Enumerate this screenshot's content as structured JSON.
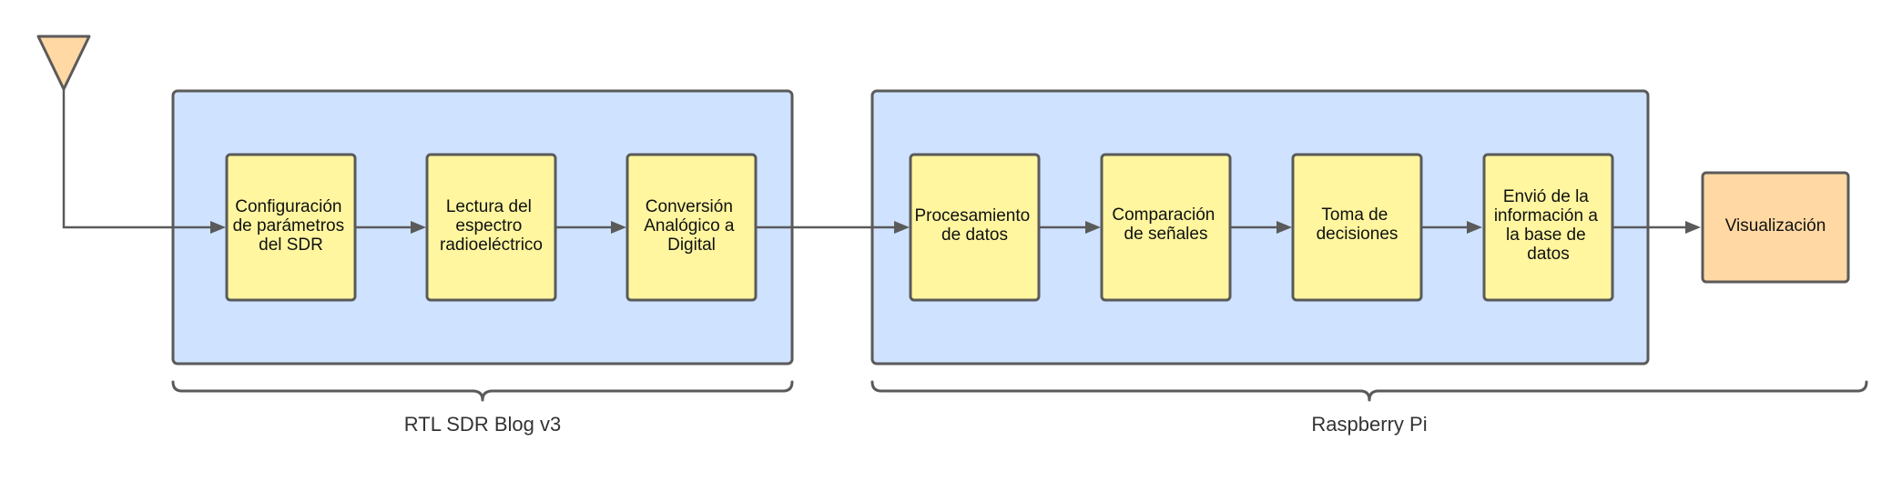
{
  "diagram": {
    "antenna": {
      "icon": "antenna-icon"
    },
    "groups": [
      {
        "label": "RTL SDR Blog v3",
        "steps": [
          {
            "lines": [
              "Configuración",
              "de parámetros",
              "del SDR"
            ]
          },
          {
            "lines": [
              "Lectura del",
              "espectro",
              "radioeléctrico"
            ]
          },
          {
            "lines": [
              "Conversión",
              "Analógico a",
              "Digital"
            ]
          }
        ]
      },
      {
        "label": "Raspberry Pi",
        "steps": [
          {
            "lines": [
              "Procesamiento",
              "de datos"
            ]
          },
          {
            "lines": [
              "Comparación",
              "de señales"
            ]
          },
          {
            "lines": [
              "Toma de",
              "decisiones"
            ]
          },
          {
            "lines": [
              "Envió de la",
              "información a",
              "la base de",
              "datos"
            ]
          }
        ]
      }
    ],
    "output": {
      "lines": [
        "Visualización"
      ]
    }
  },
  "colors": {
    "container_fill": "#cfe2ff",
    "step_fill": "#fff69f",
    "output_fill": "#ffd8a3",
    "stroke": "#5a5a5a"
  }
}
